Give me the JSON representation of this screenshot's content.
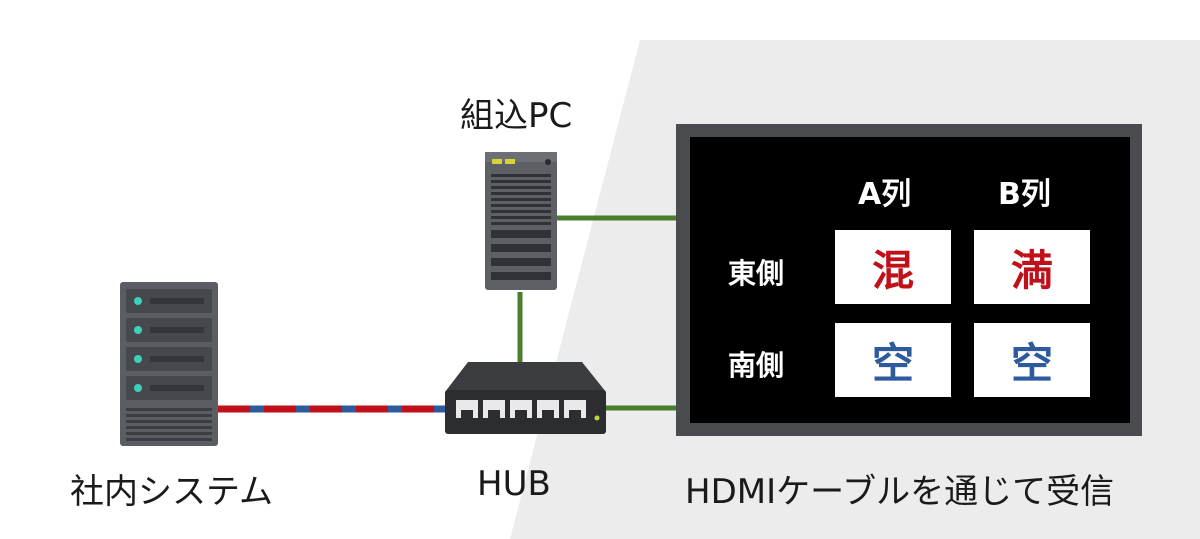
{
  "labels": {
    "embedded_pc": "組込PC",
    "internal_system": "社内システム",
    "hub": "HUB",
    "hdmi_note": "HDMIケーブルを通じて受信"
  },
  "display": {
    "columns": [
      "A列",
      "B列"
    ],
    "rows": [
      {
        "label": "東側",
        "cells": [
          "混",
          "満"
        ]
      },
      {
        "label": "南側",
        "cells": [
          "空",
          "空"
        ]
      }
    ]
  },
  "colors": {
    "busy": "#c0101a",
    "free": "#2e5a9e",
    "network_cable": "#4a7d2e",
    "internal_link_red": "#c0101a",
    "internal_link_blue": "#2e5a9e",
    "background_panel": "#ececec"
  },
  "icons": {
    "embedded_pc": "tower-pc-icon",
    "internal_system": "server-rack-icon",
    "hub": "network-switch-icon",
    "display": "monitor-icon"
  }
}
